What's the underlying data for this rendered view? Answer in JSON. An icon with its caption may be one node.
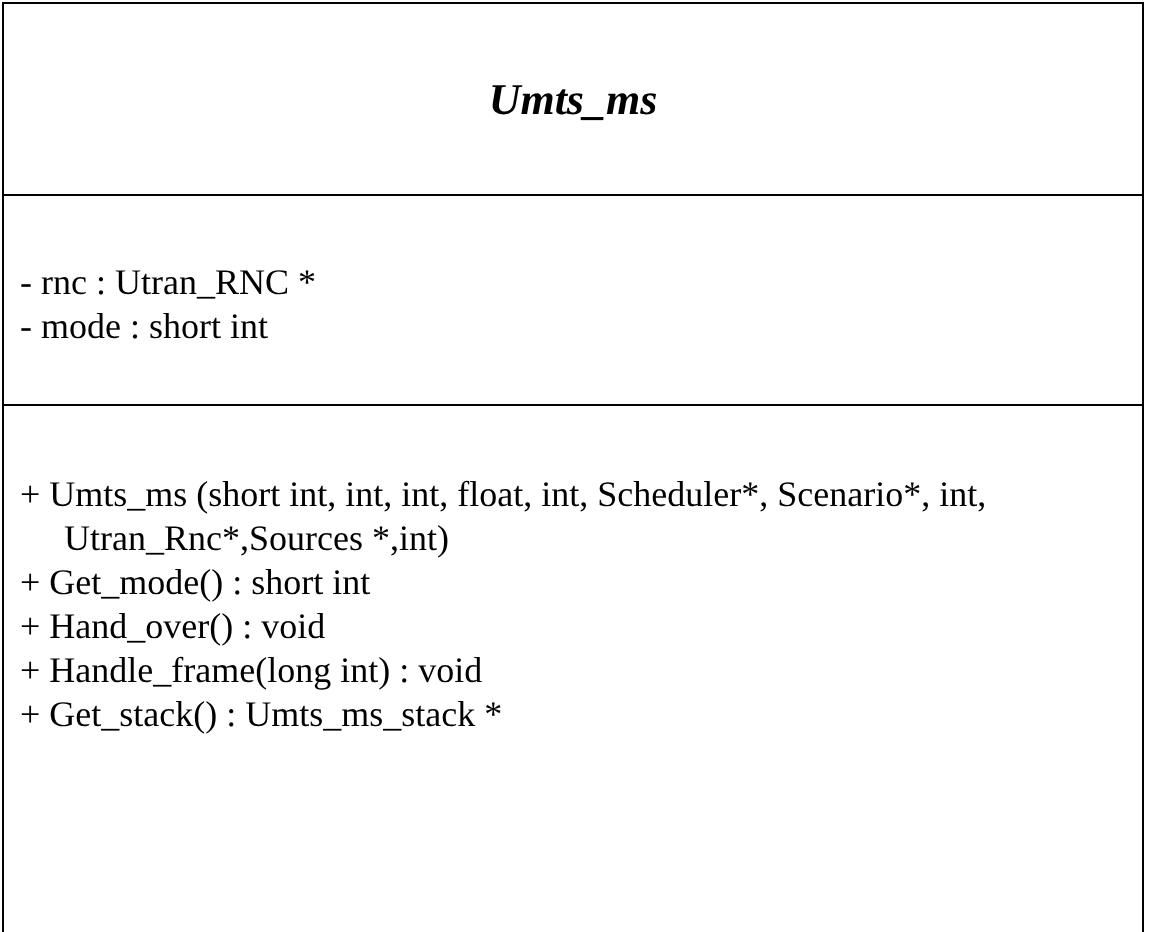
{
  "diagram": {
    "nodes": [
      {
        "text": [
          "Umts_ms",
          "- rnc : Utran_RNC *",
          "- mode : short int",
          "+ Umts_ms (short int, int, int, float, int, Scheduler*, Scenario*, int, Utran_Rnc*,Sources *,int)",
          "+ Get_mode() : short int",
          "+ Hand_over() : void",
          "+ Handle_frame(long int) : void",
          "+ Get_stack() : Umts_ms_stack *"
        ]
      }
    ]
  }
}
